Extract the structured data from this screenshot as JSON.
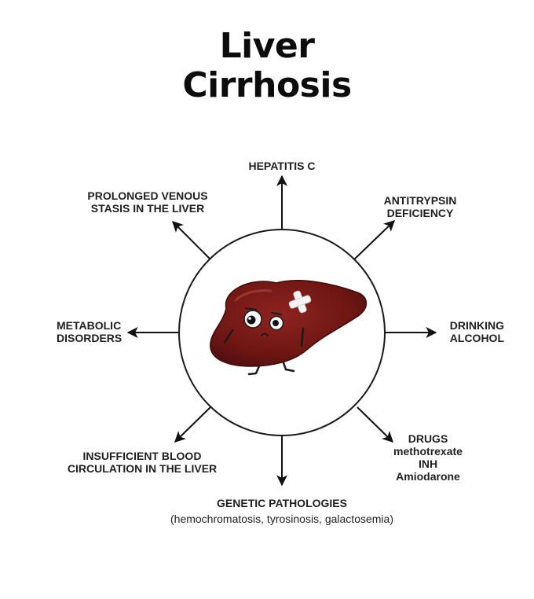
{
  "title": {
    "line1": "Liver",
    "line2": "Cirrhosis"
  },
  "causes": {
    "top": {
      "line1": "HEPATITIS C"
    },
    "top_right": {
      "line1": "ANTITRYPSIN",
      "line2": "DEFICIENCY"
    },
    "right": {
      "line1": "DRINKING",
      "line2": "ALCOHOL"
    },
    "bottom_right": {
      "line1": "DRUGS",
      "line2": "methotrexate",
      "line3": "INH",
      "line4": "Amiodarone"
    },
    "bottom": {
      "line1": "GENETIC PATHOLOGIES",
      "line2": "(hemochromatosis, tyrosinosis, galactosemia)"
    },
    "bottom_left": {
      "line1": "INSUFFICIENT BLOOD",
      "line2": "CIRCULATION IN THE LIVER"
    },
    "left": {
      "line1": "METABOLIC",
      "line2": "DISORDERS"
    },
    "top_left": {
      "line1": "PROLONGED VENOUS",
      "line2": "STASIS IN THE LIVER"
    }
  },
  "colors": {
    "liver": "#7a1a16",
    "liver_dark": "#4e0e0b",
    "arrow": "#111111"
  },
  "icons": {
    "center": "liver-character-icon"
  }
}
